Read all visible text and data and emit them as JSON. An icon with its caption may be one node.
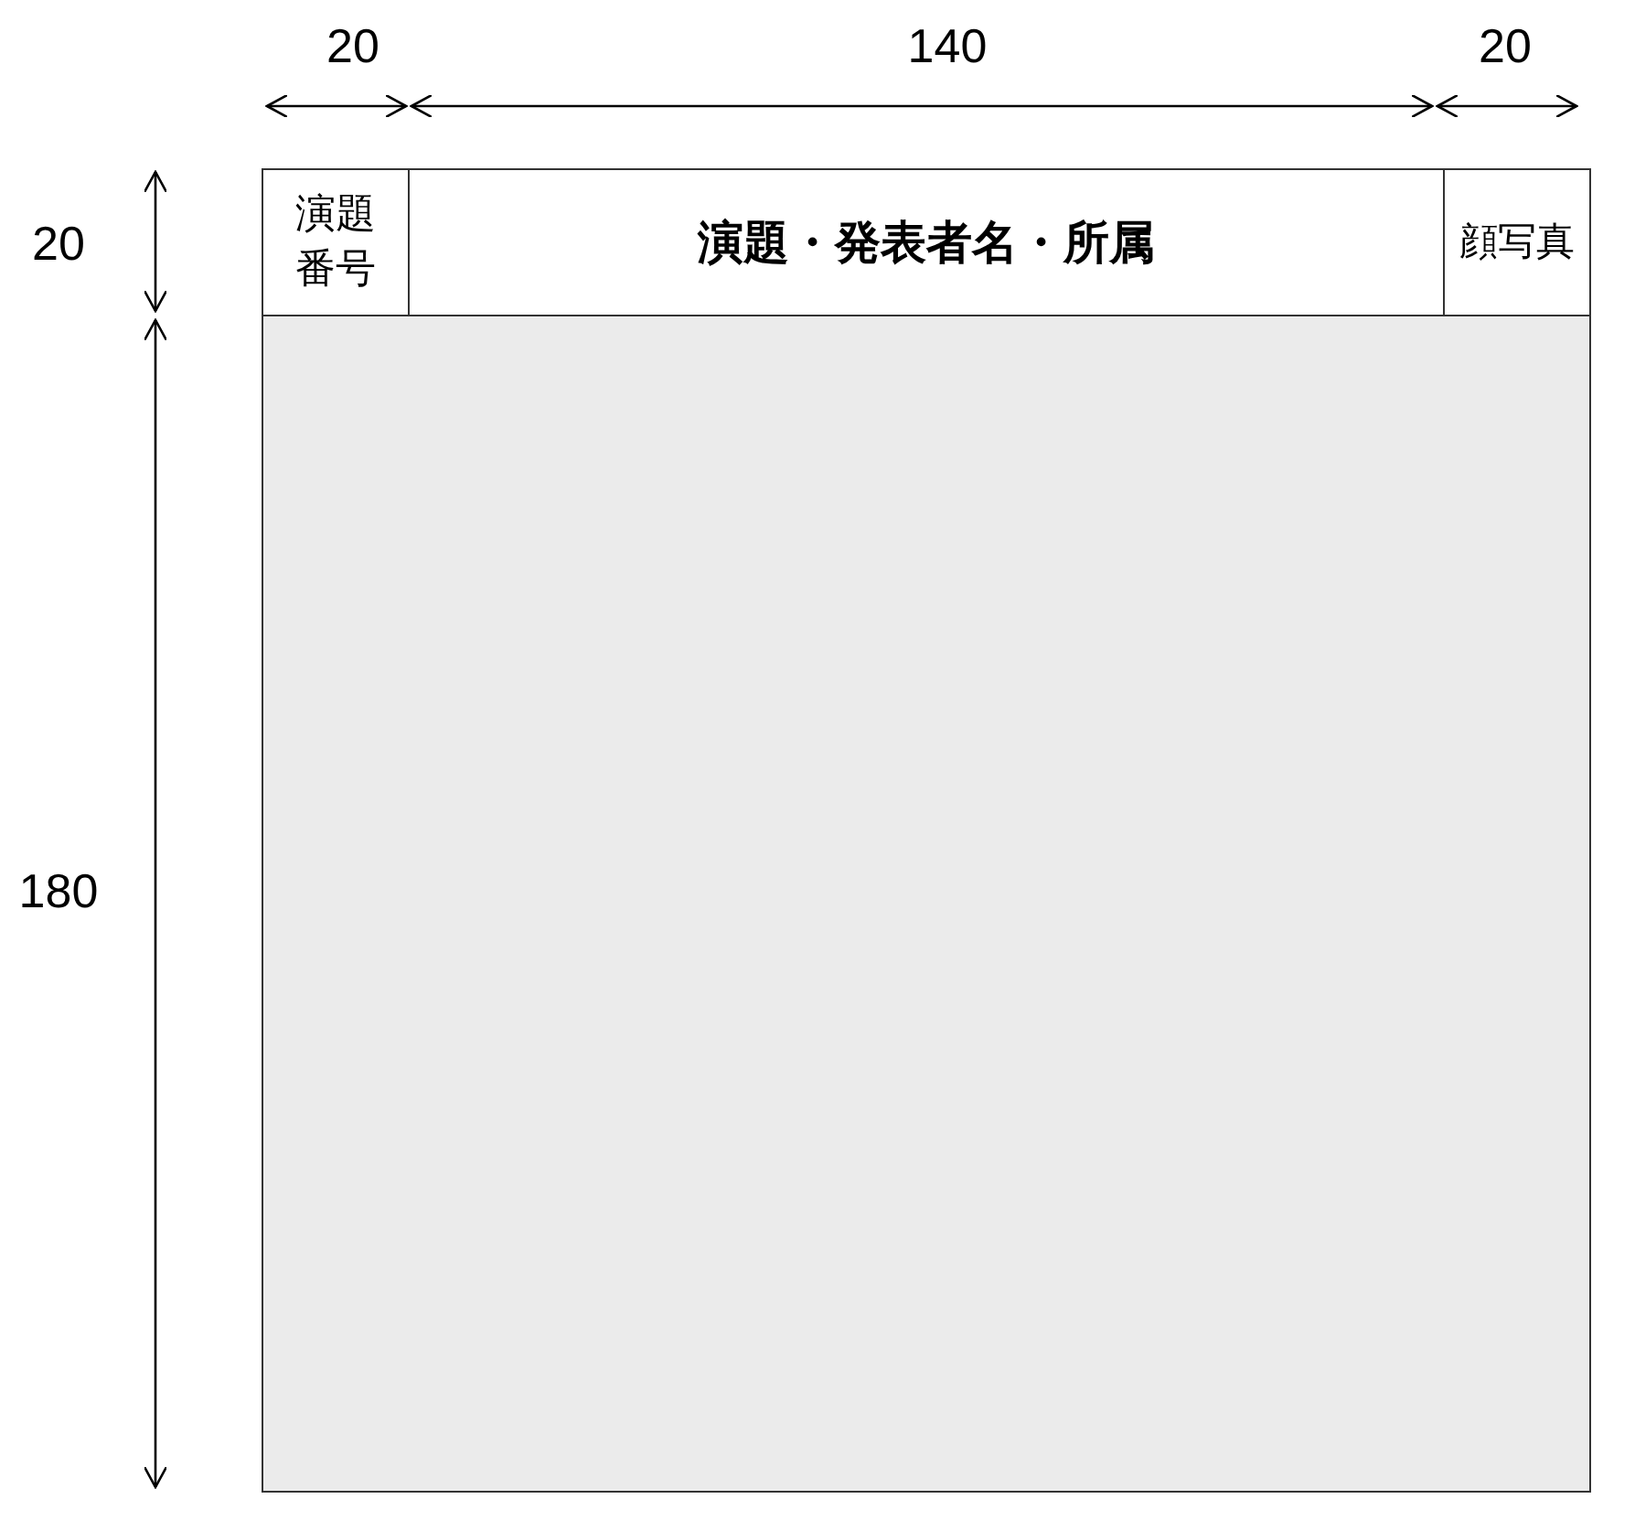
{
  "diagram": {
    "nodes": [
      {
        "text": [
          "演題番号"
        ]
      },
      {
        "text": [
          "演題・発表者名・所属"
        ]
      },
      {
        "text": [
          "顔写真"
        ]
      },
      {
        "text": [],
        "shape": "box"
      }
    ],
    "labels": [
      "20",
      "140",
      "20",
      "20",
      "180"
    ]
  }
}
